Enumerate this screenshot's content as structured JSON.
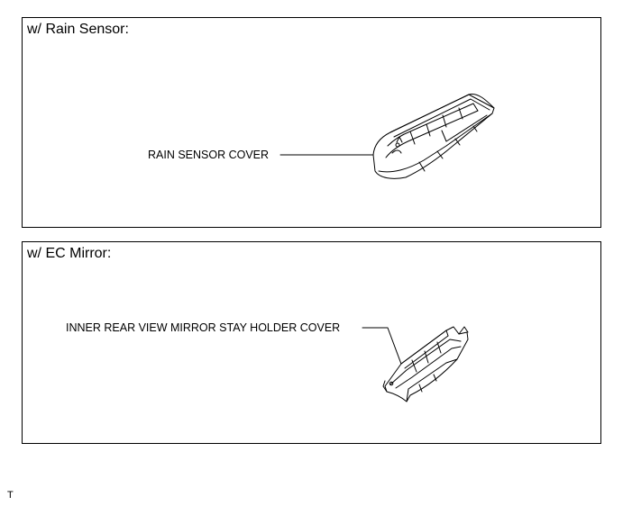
{
  "panels": [
    {
      "title": "w/ Rain Sensor:",
      "part_label": "RAIN SENSOR COVER",
      "part_icon": "rain-sensor-cover-illustration"
    },
    {
      "title": "w/ EC Mirror:",
      "part_label": "INNER REAR VIEW MIRROR STAY HOLDER COVER",
      "part_icon": "mirror-stay-holder-cover-illustration"
    }
  ],
  "footnote": "T"
}
